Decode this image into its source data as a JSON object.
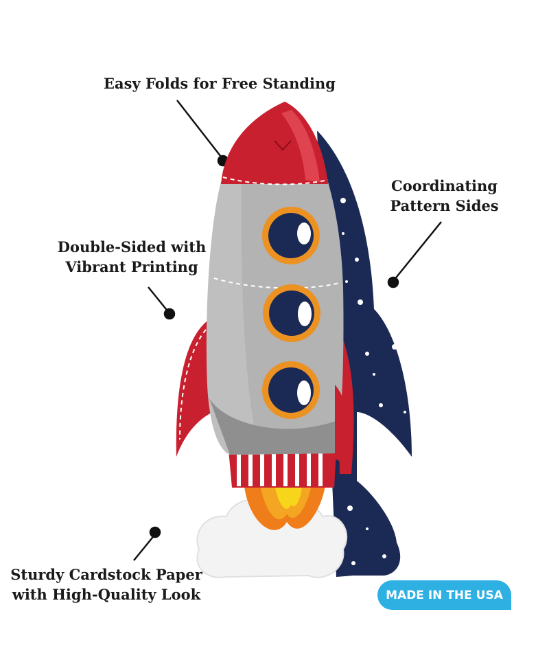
{
  "callouts": {
    "top": {
      "line1": "Easy Folds for Free Standing"
    },
    "right": {
      "line1": "Coordinating",
      "line2": "Pattern Sides"
    },
    "left": {
      "line1": "Double-Sided with",
      "line2": "Vibrant Printing"
    },
    "bottom": {
      "line1": "Sturdy Cardstock Paper",
      "line2": "with High-Quality Look"
    }
  },
  "badge": {
    "text": "MADE IN THE USA"
  },
  "colors": {
    "rocket_red": "#c8202e",
    "rocket_gray": "#b3b3b3",
    "navy": "#1b2a55",
    "window_orange": "#ec9222",
    "flame_yellow": "#f7d51a",
    "badge_blue": "#2eb0e2"
  }
}
